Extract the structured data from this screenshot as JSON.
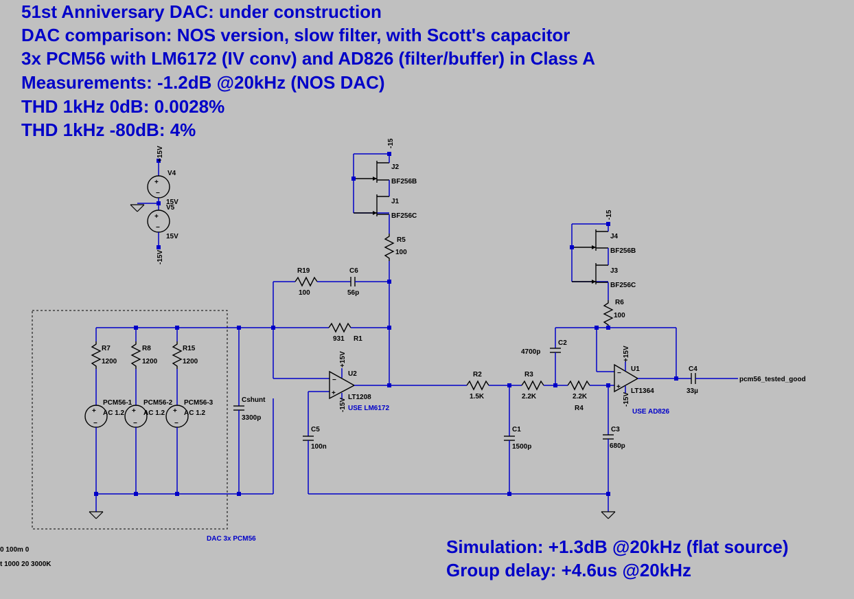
{
  "header": {
    "line1": "51st Anniversary DAC: under construction",
    "line2": "DAC comparison: NOS version, slow filter, with Scott's capacitor",
    "line3": "3x PCM56 with LM6172 (IV conv) and AD826 (filter/buffer) in Class A",
    "line4": "Measurements: -1.2dB @20kHz (NOS DAC)",
    "line5": "THD 1kHz 0dB: 0.0028%",
    "line6": "THD 1kHz -80dB: 4%"
  },
  "simulation": {
    "line1": "Simulation: +1.3dB @20kHz (flat source)",
    "line2": "Group delay: +4.6us @20kHz"
  },
  "directives": {
    "line1": "0 100m 0",
    "line2": "t 1000 20 3000K"
  },
  "supply": {
    "v4_top": "+15V",
    "v4_name": "V4",
    "v4_value": "15V",
    "v5_name": "V5",
    "v5_value": "15V",
    "v5_bottom": "-15V"
  },
  "jfets_iv": {
    "rail": "-15",
    "j2": "J2",
    "j2_model": "BF256B",
    "j1": "J1",
    "j1_model": "BF256C",
    "r5": "R5",
    "r5_value": "100"
  },
  "jfets_filter": {
    "rail": "-15",
    "j4": "J4",
    "j4_model": "BF256B",
    "j3": "J3",
    "j3_model": "BF256C",
    "r6": "R6",
    "r6_value": "100"
  },
  "feedback": {
    "r19": "R19",
    "r19_value": "100",
    "c6": "C6",
    "c6_value": "56p",
    "r1": "R1",
    "r1_value": "931"
  },
  "dac_block": {
    "label": "DAC 3x PCM56",
    "r7": "R7",
    "r7_value": "1200",
    "r8": "R8",
    "r8_value": "1200",
    "r15": "R15",
    "r15_value": "1200",
    "s1": "PCM56-1",
    "s1_value": "AC 1.2",
    "s2": "PCM56-2",
    "s2_value": "AC 1.2",
    "s3": "PCM56-3",
    "s3_value": "AC 1.2",
    "cshunt": "Cshunt",
    "cshunt_value": "3300p"
  },
  "iv_stage": {
    "u2": "U2",
    "model": "LT1208",
    "note": "USE LM6172",
    "vplus": "+15V",
    "vminus": "-15V",
    "c5": "C5",
    "c5_value": "100n"
  },
  "filter": {
    "r2": "R2",
    "r2_value": "1.5K",
    "r3": "R3",
    "r3_value": "2.2K",
    "r4": "R4",
    "r4_value": "2.2K",
    "c1": "C1",
    "c1_value": "1500p",
    "c2": "C2",
    "c2_value": "4700p",
    "c3": "C3",
    "c3_value": "680p"
  },
  "buffer": {
    "u1": "U1",
    "model": "LT1364",
    "note": "USE AD826",
    "vplus": "+15V",
    "vminus": "-15V",
    "c4": "C4",
    "c4_value": "33µ",
    "out_label": "pcm56_tested_good"
  }
}
